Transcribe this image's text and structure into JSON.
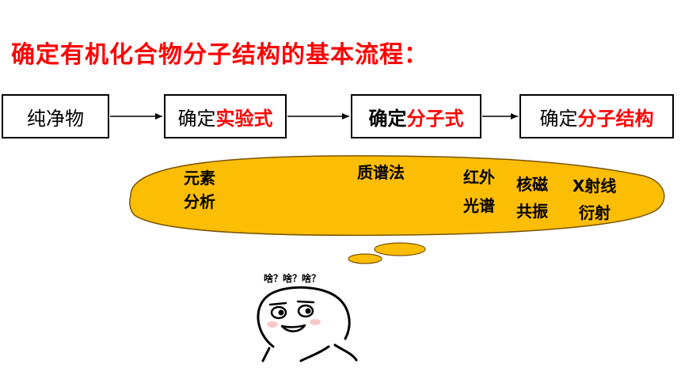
{
  "title": "确定有机化合物分子结构的基本流程：",
  "colors": {
    "title": "#ff0000",
    "accent": "#ff0000",
    "bubble_fill": "#fcbd05",
    "bubble_stroke": "#7a5500"
  },
  "flow": {
    "step1": "纯净物",
    "step2_prefix": "确定",
    "step2_accent": "实验式",
    "step3_prefix": "确定",
    "step3_accent": "分子式",
    "step4_prefix": "确定",
    "step4_accent": "分子结构"
  },
  "methods": {
    "elemental_line1": "元素",
    "elemental_line2": "分析",
    "mass_spec": "质谱法",
    "ir_line1": "红外",
    "ir_line2": "光谱",
    "nmr_line1": "核磁",
    "nmr_line2": "共振",
    "xray_line1": "X射线",
    "xray_line2": "衍射"
  },
  "meme": {
    "caption": "啥？啥？啥？"
  }
}
